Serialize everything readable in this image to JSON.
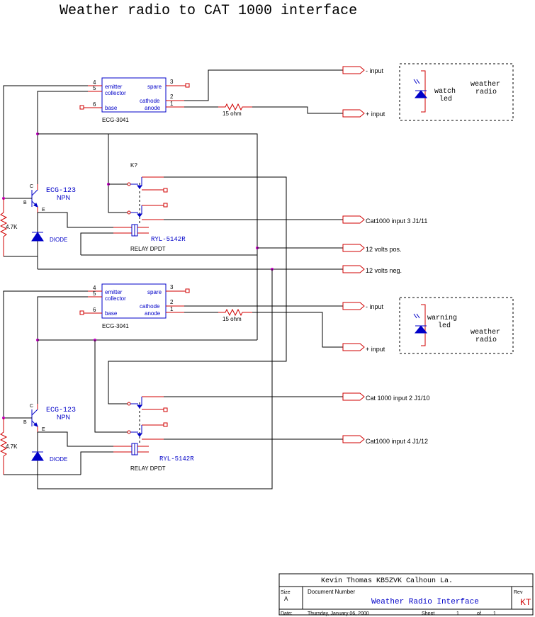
{
  "title": "Weather radio to CAT 1000 interface",
  "opto": {
    "pins": {
      "p4": "4",
      "p5": "5",
      "p6": "6",
      "p3": "3",
      "p2": "2",
      "p1": "1"
    },
    "emitter": "emitter",
    "collector": "collector",
    "base": "base",
    "spare": "spare",
    "cathode": "cathode",
    "anode": "anode",
    "part": "ECG-3041"
  },
  "resistor_15": "15 ohm",
  "transistor": {
    "part": "ECG-123",
    "type": "NPN",
    "c": "C",
    "b": "B",
    "e": "E"
  },
  "resistor_47": "4.7K",
  "diode_label": "DIODE",
  "relay": {
    "part": "RYL-5142R",
    "desc": "RELAY DPDT",
    "ref": "K?"
  },
  "ports": {
    "minus_input": "- input",
    "plus_input": "+ input",
    "cat_in3": "Cat1000 input 3   J1/11",
    "v12_pos": "12 volts pos.",
    "v12_neg": "12 volts neg.",
    "cat_in2": "Cat 1000  input 2   J1/10",
    "cat_in4": "Cat1000 input 4   J1/12"
  },
  "radio1": {
    "led": [
      "watch",
      "led"
    ],
    "radio": [
      "weather",
      "radio"
    ]
  },
  "radio2": {
    "led": [
      "warning",
      "led"
    ],
    "radio": [
      "weather",
      "radio"
    ]
  },
  "titleblock": {
    "author": "Kevin Thomas    KB5ZVK   Calhoun La.",
    "size_label": "Size",
    "size": "A",
    "docnum_label": "Document Number",
    "docname": "Weather Radio Interface",
    "rev_label": "Rev",
    "rev": "KT",
    "date_label": "Date:",
    "date": "Thursday, January 06, 2000",
    "sheet_label": "Sheet",
    "sheet": "1",
    "of_label": "of",
    "sheet_total": "1"
  }
}
